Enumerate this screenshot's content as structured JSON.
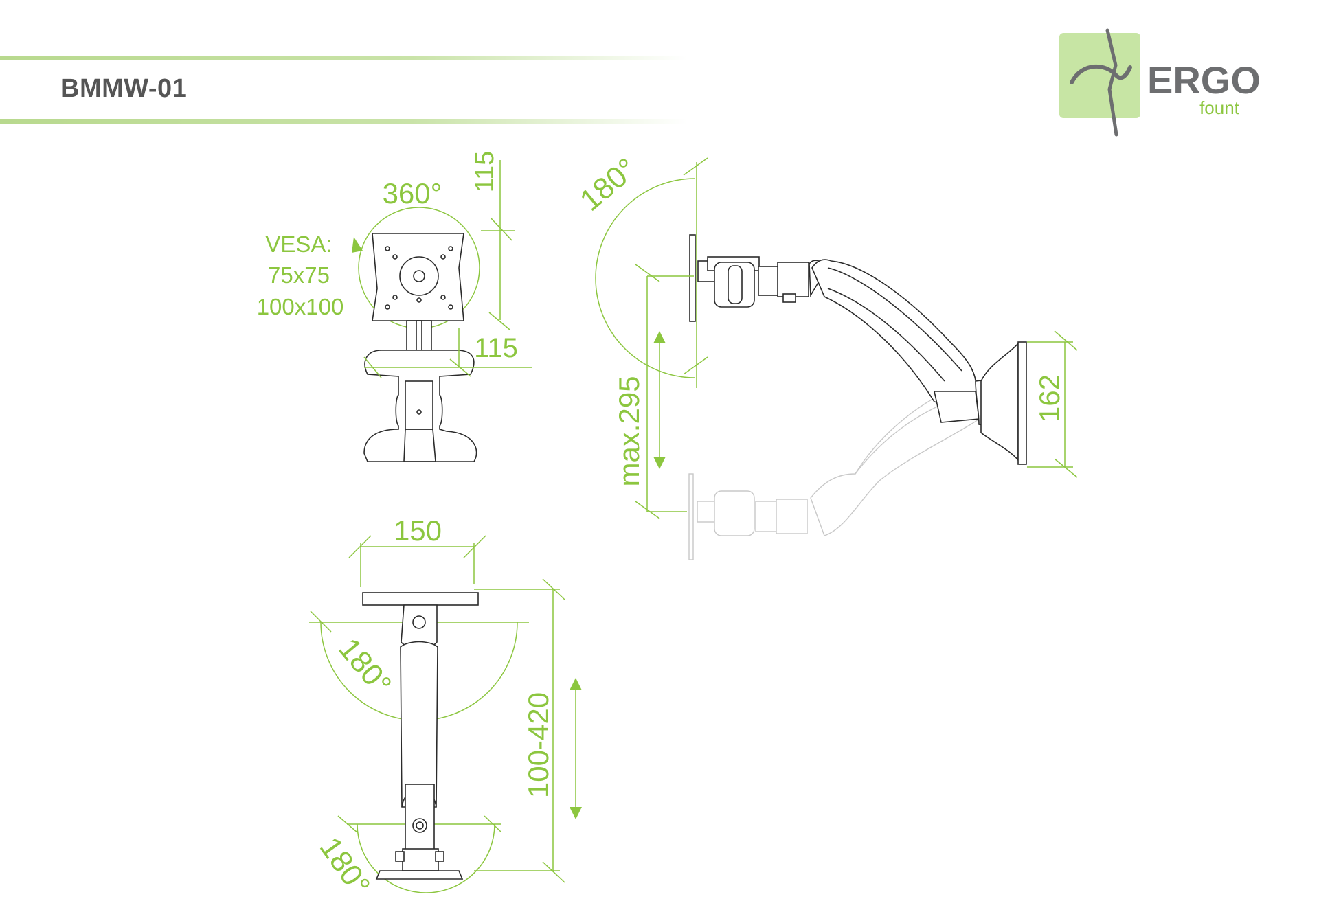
{
  "header": {
    "model": "BMMW-01"
  },
  "logo": {
    "brand": "ERGO",
    "sub": "fount",
    "accent_color": "#8cc63f",
    "box_color": "#c7e5a4"
  },
  "front_view": {
    "rotation": "360°",
    "vesa_label": "VESA:",
    "vesa_sizes": [
      "75x75",
      "100x100"
    ],
    "height_dim": "115",
    "width_dim": "115"
  },
  "side_view": {
    "tilt": "180°",
    "lift": "max.295",
    "wall_plate": "162"
  },
  "top_view": {
    "plate_width": "150",
    "swivel_upper": "180°",
    "swivel_lower": "180°",
    "reach": "100-420"
  },
  "colors": {
    "dimension": "#8cc63f",
    "title": "#555555",
    "line_art": "#2b2b2b",
    "ghost": "#c8c8c8"
  }
}
